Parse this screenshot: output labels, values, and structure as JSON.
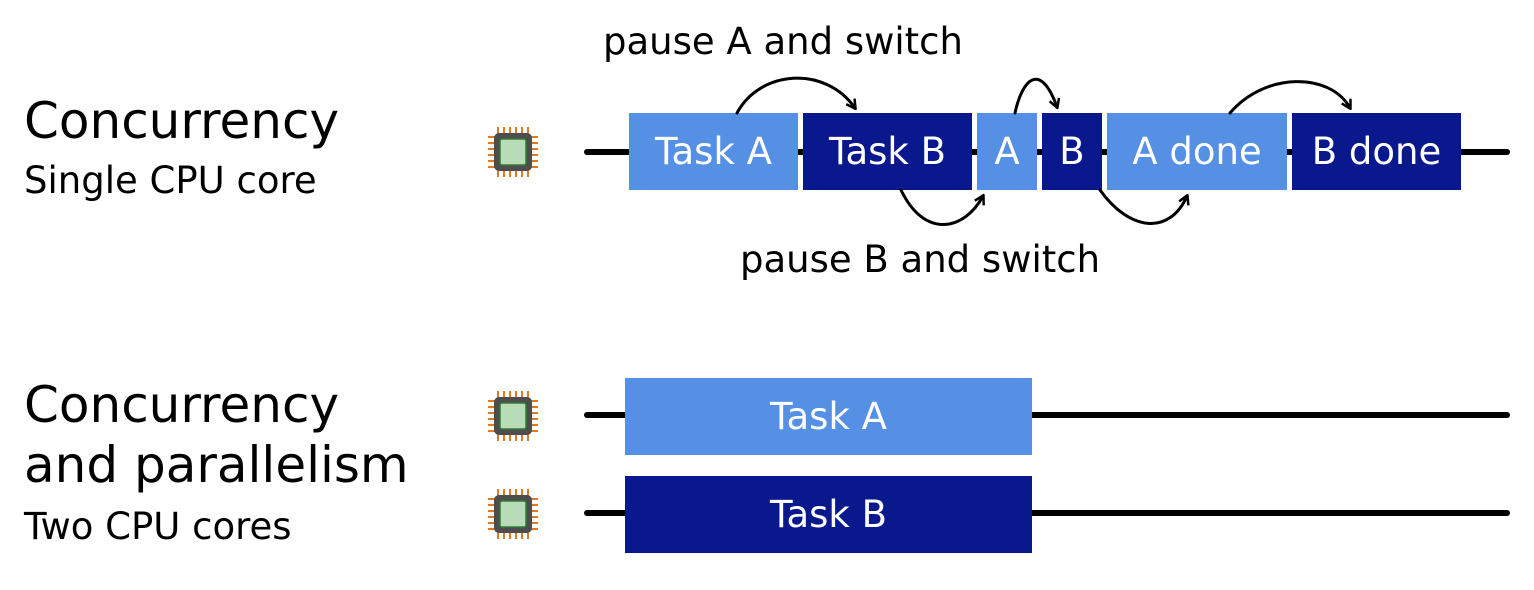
{
  "sections": {
    "concurrency": {
      "title": "Concurrency",
      "subtitle": "Single CPU core",
      "tasks": [
        {
          "label": "Task A",
          "kind": "task-a"
        },
        {
          "label": "Task B",
          "kind": "task-b"
        },
        {
          "label": "A",
          "kind": "task-a"
        },
        {
          "label": "B",
          "kind": "task-b"
        },
        {
          "label": "A done",
          "kind": "task-a"
        },
        {
          "label": "B done",
          "kind": "task-b"
        }
      ],
      "annotations": {
        "pause_a": "pause A and switch",
        "pause_b": "pause B and switch"
      }
    },
    "parallel": {
      "title_line1": "Concurrency",
      "title_line2": "and parallelism",
      "subtitle": "Two CPU cores",
      "core1_task": "Task A",
      "core2_task": "Task B"
    }
  },
  "icons": {
    "cpu": "cpu-chip-icon",
    "switch_arrow": "curved-arrow-icon"
  },
  "colors": {
    "task_a": "#5590e5",
    "task_b": "#09188d",
    "text_on_task": "#ffffff",
    "timeline": "#000000",
    "chip_pins": "#e07a20",
    "chip_body": "#4d4d4d",
    "chip_core": "#b8dcb8"
  }
}
